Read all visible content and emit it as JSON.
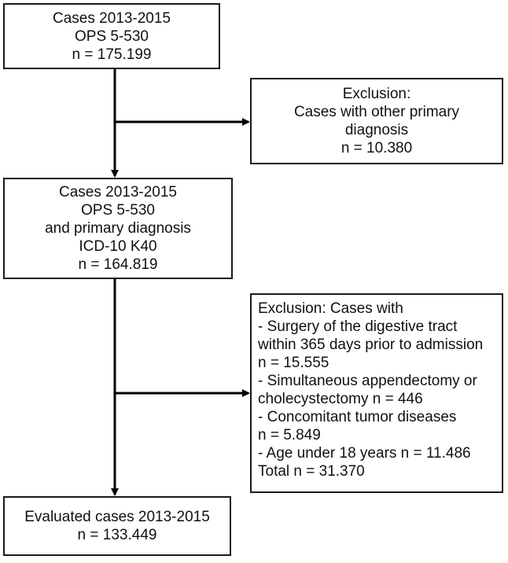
{
  "box1": {
    "lines": [
      "Cases  2013-2015",
      "OPS 5-530",
      "n = 175.199"
    ]
  },
  "exclusion1": {
    "lines": [
      "Exclusion:",
      "Cases with other primary",
      "diagnosis",
      "n = 10.380"
    ]
  },
  "box2": {
    "lines": [
      "Cases  2013-2015",
      "OPS 5-530",
      "and primary diagnosis",
      "ICD-10  K40",
      "n = 164.819"
    ]
  },
  "exclusion2": {
    "lines": [
      "Exclusion: Cases with",
      "- Surgery of the digestive tract",
      "within 365 days prior to admission",
      "n = 15.555",
      "- Simultaneous appendectomy or",
      "cholecystectomy  n = 446",
      "- Concomitant tumor diseases",
      "n = 5.849",
      "- Age under 18 years n = 11.486",
      "Total n = 31.370"
    ]
  },
  "box3": {
    "lines": [
      "Evaluated cases  2013-2015",
      "n = 133.449"
    ]
  },
  "colors": {
    "line": "#000000",
    "border": "#1a1a1a",
    "text": "#111111"
  }
}
